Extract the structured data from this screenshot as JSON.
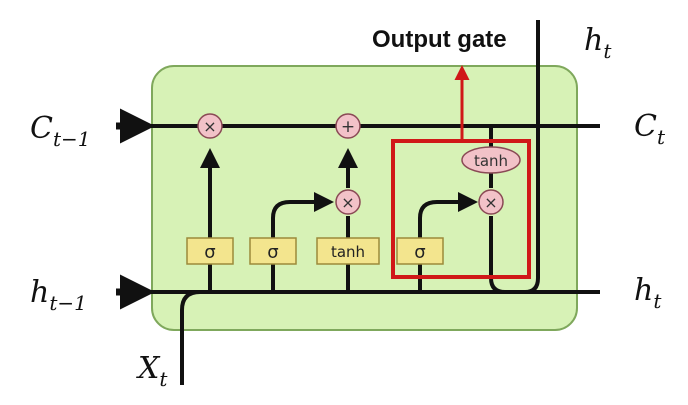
{
  "title": "Output gate",
  "colors": {
    "cell_fill": "#d7f2b6",
    "cell_stroke": "#7fa85c",
    "gate_fill": "#f3e58e",
    "gate_stroke": "#9c8a3a",
    "op_fill": "#f2c2c8",
    "op_stroke": "#8a4a55",
    "highlight": "#d01818",
    "line": "#111111"
  },
  "labels": {
    "c_prev_base": "C",
    "c_prev_sub": "t−1",
    "c_t_base": "C",
    "c_t_sub": "t",
    "h_prev_base": "h",
    "h_prev_sub": "t−1",
    "h_t_right_base": "h",
    "h_t_right_sub": "t",
    "h_t_top_base": "h",
    "h_t_top_sub": "t",
    "x_t_base": "X",
    "x_t_sub": "t"
  },
  "gates": {
    "sigma1": "σ",
    "sigma2": "σ",
    "tanh1": "tanh",
    "sigma3": "σ",
    "tanh2": "tanh"
  },
  "ops": {
    "mul1": "×",
    "add": "+",
    "mul2": "×",
    "mul3": "×"
  }
}
